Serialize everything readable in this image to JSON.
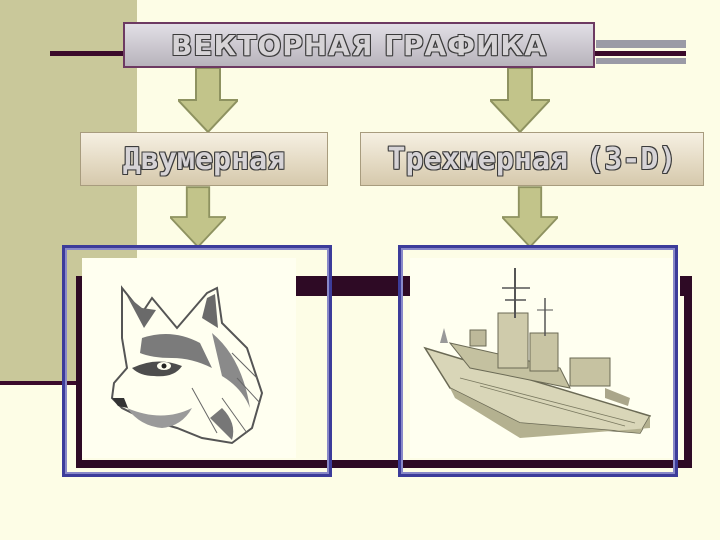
{
  "diagram": {
    "title": "ВЕКТОРНАЯ ГРАФИКА",
    "branches": [
      {
        "label": "Двумерная",
        "image_icon": "wolf-head-icon"
      },
      {
        "label": "Трехмерная (3-D)",
        "image_icon": "warship-icon"
      }
    ]
  },
  "colors": {
    "background": "#fdfde6",
    "side_band": "#c9c89a",
    "accent_line": "#3a0a2a",
    "arrow_fill": "#c2c48a",
    "arrow_stroke": "#8e9260",
    "frame_border": "#3c3c9a"
  }
}
